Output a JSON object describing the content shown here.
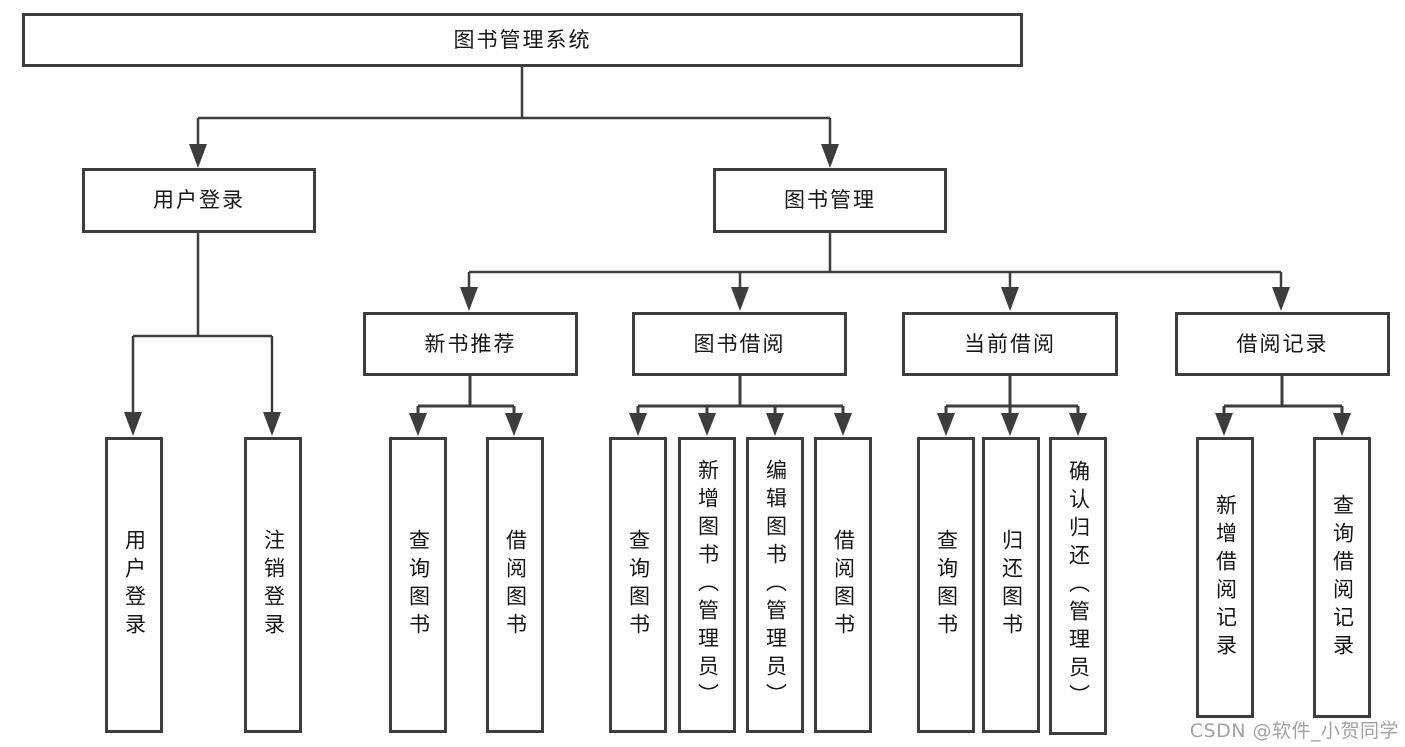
{
  "colors": {
    "line": "#3d3d3d",
    "box_border": "#3d3d3d",
    "text": "#161616",
    "watermark": "#a2a2a2",
    "background": "#ffffff"
  },
  "tree": {
    "root": {
      "label": "图书管理系统"
    },
    "branches": [
      {
        "label": "用户登录",
        "children": [
          {
            "label": "用户登录"
          },
          {
            "label": "注销登录"
          }
        ]
      },
      {
        "label": "图书管理",
        "children": [
          {
            "label": "新书推荐",
            "children": [
              {
                "label": "查询图书"
              },
              {
                "label": "借阅图书"
              }
            ]
          },
          {
            "label": "图书借阅",
            "children": [
              {
                "label": "查询图书"
              },
              {
                "label": "新增图书（管理员）"
              },
              {
                "label": "编辑图书（管理员）"
              },
              {
                "label": "借阅图书"
              }
            ]
          },
          {
            "label": "当前借阅",
            "children": [
              {
                "label": "查询图书"
              },
              {
                "label": "归还图书"
              },
              {
                "label": "确认归还（管理员）"
              }
            ]
          },
          {
            "label": "借阅记录",
            "children": [
              {
                "label": "新增借阅记录"
              },
              {
                "label": "查询借阅记录"
              }
            ]
          }
        ]
      }
    ]
  },
  "watermark": {
    "text": "CSDN @软件_小贺同学"
  }
}
